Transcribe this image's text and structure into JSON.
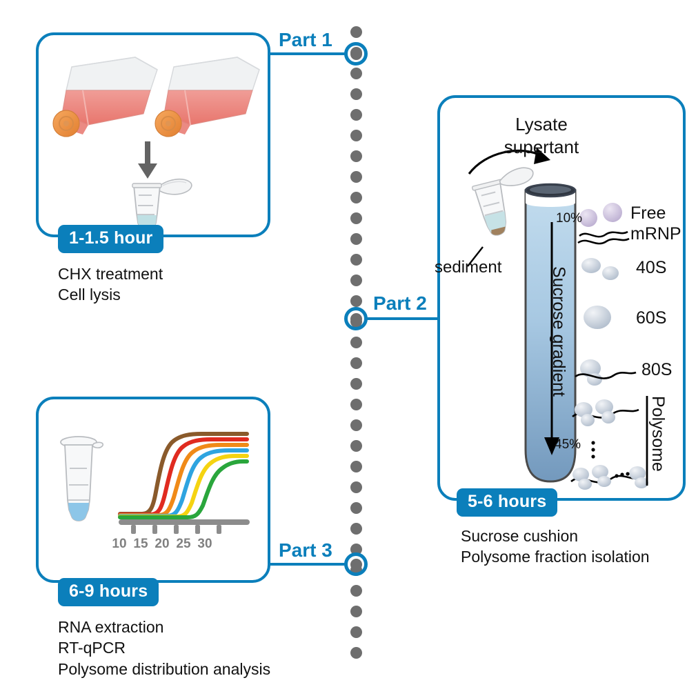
{
  "figure": {
    "type": "workflow-diagram",
    "title": "Polysome profiling workflow",
    "accent_color": "#0b7fbb",
    "timeline_dot_color": "#6e6e6e"
  },
  "timeline": {
    "label": "vertical-dotted-timeline",
    "dot_count": 31,
    "node_labels": [
      "Part 1",
      "Part 2",
      "Part 3"
    ]
  },
  "parts": [
    {
      "id": "part1",
      "part_label": "Part 1",
      "time_badge": "1-1.5 hour",
      "caption_lines": [
        "CHX treatment",
        "Cell lysis"
      ],
      "illustration": {
        "flasks": 2,
        "flask_media_color": "#e8766d",
        "flask_cap_color": "#ef8c3e",
        "arrow": "down-arrow",
        "tube_liquid_color": "#bfe0e4"
      }
    },
    {
      "id": "part2",
      "part_label": "Part 2",
      "time_badge": "5-6 hours",
      "caption_lines": [
        "Sucrose cushion",
        "Polysome fraction isolation"
      ],
      "illustration": {
        "lysate_label_lines": [
          "Lysate",
          "supertant"
        ],
        "sediment_label": "sediment",
        "gradient_label": "Sucrose gradient",
        "gradient_top_pct": "10%",
        "gradient_bottom_pct": "45%",
        "gradient_top_color": "#bcd9ee",
        "gradient_bottom_color": "#7ba3c6",
        "fractions": [
          {
            "name": "Free mRNP",
            "lines": [
              "Free",
              "mRNP"
            ],
            "particle_color": "#c8bcd8"
          },
          {
            "name": "40S",
            "lines": [
              "40S"
            ],
            "particle_color": "#b9c4d4"
          },
          {
            "name": "60S",
            "lines": [
              "60S"
            ],
            "particle_color": "#c3cad8"
          },
          {
            "name": "80S",
            "lines": [
              "80S"
            ],
            "particle_color": "#c3cad8"
          }
        ],
        "bracket_label": "Polysome",
        "ellipsis": "..."
      }
    },
    {
      "id": "part3",
      "part_label": "Part 3",
      "time_badge": "6-9 hours",
      "caption_lines": [
        "RNA extraction",
        "RT-qPCR",
        "Polysome distribution analysis"
      ],
      "illustration": {
        "tube_liquid_color": "#8dc6e8",
        "axis_label": "cycle-number-axis"
      }
    }
  ],
  "chart_data": {
    "type": "line",
    "title": "RT-qPCR amplification curves",
    "xlabel": "",
    "ylabel": "",
    "x": [
      10,
      15,
      20,
      25,
      30
    ],
    "xtick_labels": [
      "10",
      "15",
      "20",
      "25",
      "30"
    ],
    "xlim": [
      5,
      35
    ],
    "ylim": [
      0,
      1
    ],
    "grid": false,
    "legend": "none",
    "series": [
      {
        "name": "curve-1",
        "color": "#8a5a2b",
        "ct": 14.0,
        "plateau": 1.0
      },
      {
        "name": "curve-2",
        "color": "#e02b20",
        "ct": 16.0,
        "plateau": 0.94
      },
      {
        "name": "curve-3",
        "color": "#f08a18",
        "ct": 18.0,
        "plateau": 0.88
      },
      {
        "name": "curve-4",
        "color": "#2ea4e0",
        "ct": 20.0,
        "plateau": 0.82
      },
      {
        "name": "curve-5",
        "color": "#f5d311",
        "ct": 22.5,
        "plateau": 0.76
      },
      {
        "name": "curve-6",
        "color": "#2aa63c",
        "ct": 25.5,
        "plateau": 0.7
      }
    ]
  }
}
